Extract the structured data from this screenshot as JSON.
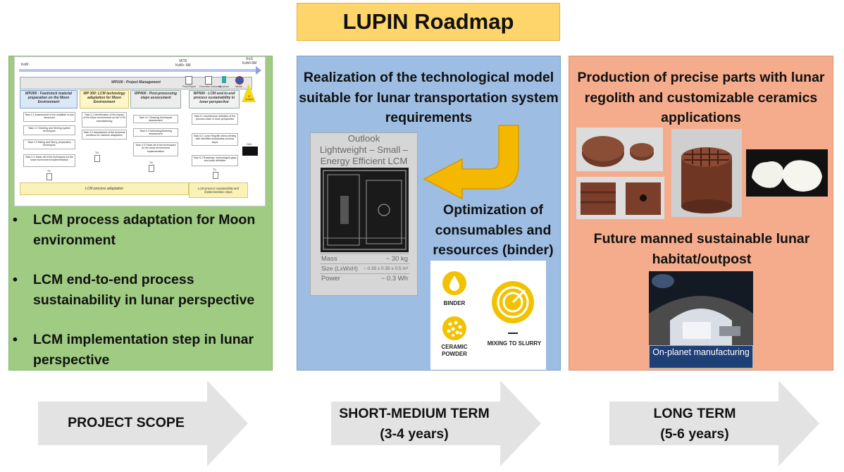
{
  "title": "LUPIN Roadmap",
  "colors": {
    "title_bg": "#fdd56a",
    "scope_panel": "#9fcb82",
    "short_panel": "#9dbde3",
    "long_panel": "#f4ac8c",
    "curved_arrow": "#f5b800",
    "timeline_arrow": "#e3e3e3"
  },
  "project_scope": {
    "gantt": {
      "milestones": [
        "KoM",
        "MTR\nKoM+ 6M",
        "EoS\nKoM+9M"
      ],
      "wp100": "WP100 : Project Management",
      "wp200": "WP200 : Feedstock material preparation on the Moon Environment",
      "wp300": "WP 300: LCM technology adaptation for Moon Environment",
      "wp400": "WP400 : Post-processing steps assessment",
      "wp500": "WP500 : LCM end-to-end process sustainability in lunar perspective",
      "tasks_wp200": [
        "Task 2.1 Assessment of the available in-situ resources",
        "Task 2.2 Grinding and Sieving system techniques",
        "Task 2.3 Mixing and Slurry preparation techniques",
        "Task 2.4 Trade-off of the techniques for the lunar environment implementation"
      ],
      "tasks_wp300": [
        "Task 3.1 Identification of the impact of the Moon environment on the LCM manufacturing",
        "Task 3.2 Assessment of the technical solutions for machine adaptation"
      ],
      "tasks_wp400": [
        "Task 4.1 Cleaning techniques assessment",
        "Task 4.2 Debinding/Sintering assessment",
        "Task 4.3 Trade-off of the techniques for the lunar environment implementation"
      ],
      "tasks_wp500": [
        "Task 5.1 Architecture definition of the process chain in lunar perspective",
        "Task 5.2 Lunar Regolith demo printing with identified sustainable process steps",
        "Task 5.3 Roadmap, technologies gaps and costs definition"
      ],
      "tn": "TN",
      "deliverables": [
        "Final Report",
        "Executive Summary",
        "Brochure",
        "Media"
      ],
      "bar_adaptation": "LCM process adaptation",
      "bar_sustainability": "LCM process sustainability and implementation steps",
      "hw_label": "HW1",
      "ip_label": "IP protect"
    },
    "bullets": [
      "LCM process adaptation for Moon environment",
      "LCM end-to-end process sustainability in lunar perspective",
      "LCM implementation step in lunar perspective"
    ]
  },
  "short_term": {
    "headline": "Realization of the technological model suitable for lunar transportation system requirements",
    "device": {
      "caption": "Outlook\nLightweight – Small – Energy Efficient LCM",
      "specs": [
        {
          "label": "Mass",
          "value": "~ 30 kg"
        },
        {
          "label": "Size (LxWxH)",
          "value": "~ 0.35 x 0.35 x 0.5 m³"
        },
        {
          "label": "Power",
          "value": "~ 0.3 Wh"
        }
      ]
    },
    "optimization": "Optimization of consumables and resources (binder)",
    "consumables": {
      "binder": "BINDER",
      "ceramic_powder": "CERAMIC\nPOWDER",
      "mixing": "MIXING TO SLURRY"
    }
  },
  "long_term": {
    "headline": "Production of precise parts with lunar regolith and customizable ceramics applications",
    "future": "Future manned sustainable lunar habitat/outpost",
    "habitat_caption": "On-planet manufacturing"
  },
  "timeline": [
    {
      "label": "PROJECT SCOPE",
      "sub": ""
    },
    {
      "label": "SHORT-MEDIUM TERM",
      "sub": "(3-4 years)"
    },
    {
      "label": "LONG TERM",
      "sub": "(5-6 years)"
    }
  ]
}
